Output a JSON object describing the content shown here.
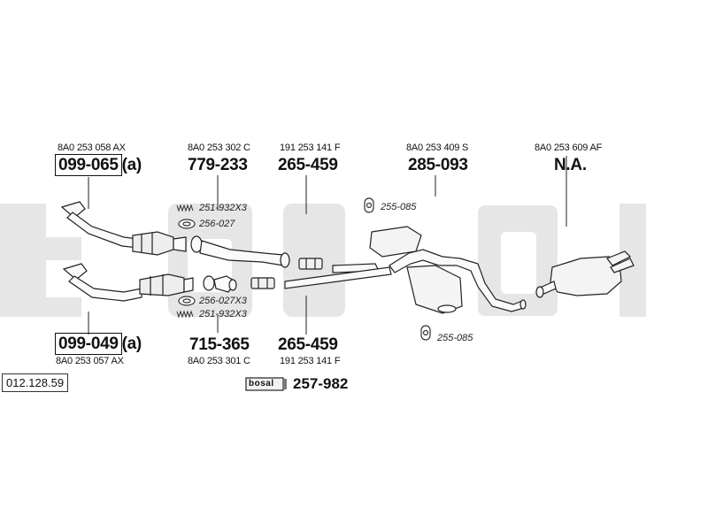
{
  "diagram_ref": "012.128.59",
  "watermark": "bosal",
  "parts": {
    "front_upper": {
      "oem": "8A0 253 058 AX",
      "number": "099-065",
      "suffix": "(a)"
    },
    "front_lower": {
      "oem": "8A0 253 057 AX",
      "number": "099-049",
      "suffix": "(a)"
    },
    "mid_upper": {
      "oem": "8A0 253 302 C",
      "number": "779-233"
    },
    "mid_lower": {
      "oem": "8A0 253 301 C",
      "number": "715-365"
    },
    "pipe_upper": {
      "oem": "191 253 141 F",
      "number": "265-459"
    },
    "pipe_lower": {
      "oem": "191 253 141 F",
      "number": "265-459"
    },
    "center_box": {
      "oem": "8A0 253 409 S",
      "number": "285-093"
    },
    "rear_box": {
      "oem": "8A0 253 609 AF",
      "number": "N.A."
    }
  },
  "accessories": {
    "spring_upper": "251-932X3",
    "gasket_upper": "256-027",
    "gasket_lower": "256-027X3",
    "spring_lower": "251-932X3",
    "hanger_upper": "255-085",
    "hanger_lower": "255-085"
  },
  "mounting_kit": {
    "brand": "bosal",
    "number": "257-982"
  }
}
